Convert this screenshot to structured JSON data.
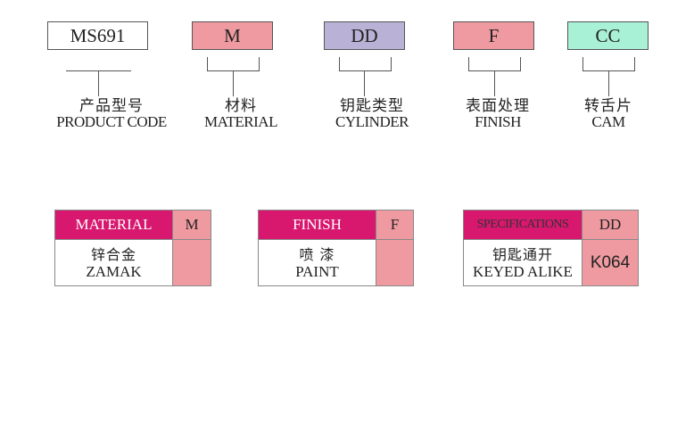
{
  "codes": [
    {
      "value": "MS691",
      "color": "#ffffff",
      "label_zh": "产品型号",
      "label_en": "PRODUCT CODE"
    },
    {
      "value": "M",
      "color": "#ef9aa0",
      "label_zh": "材料",
      "label_en": "MATERIAL"
    },
    {
      "value": "DD",
      "color": "#b9b2d6",
      "label_zh": "钥匙类型",
      "label_en": "CYLINDER"
    },
    {
      "value": "F",
      "color": "#ef9aa0",
      "label_zh": "表面处理",
      "label_en": "FINISH"
    },
    {
      "value": "CC",
      "color": "#a8f0d6",
      "label_zh": "转舌片",
      "label_en": "CAM"
    }
  ],
  "tables": [
    {
      "header": "MATERIAL",
      "code": "M",
      "desc_zh": "锌合金",
      "desc_en": "ZAMAK",
      "value": ""
    },
    {
      "header": "FINISH",
      "code": "F",
      "desc_zh": "喷 漆",
      "desc_en": "PAINT",
      "value": ""
    },
    {
      "header": "SPECIFICATIONS",
      "code": "DD",
      "desc_zh": "钥匙通开",
      "desc_en": "KEYED ALIKE",
      "value": "K064"
    }
  ],
  "colors": {
    "header": "#d8176f",
    "pink": "#ef9aa0"
  }
}
